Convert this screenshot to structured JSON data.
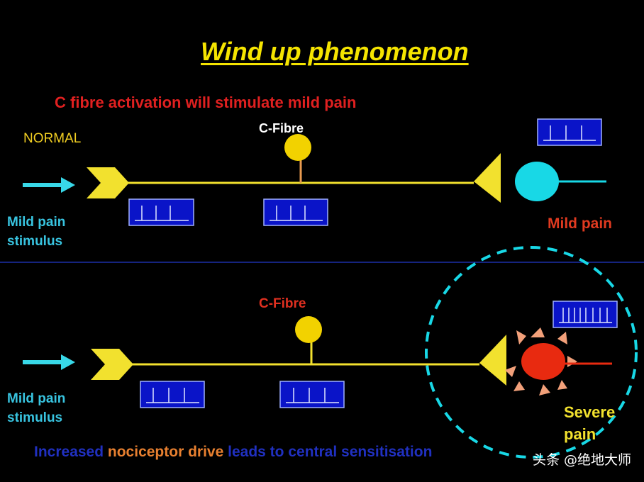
{
  "title": "Wind up phenomenon",
  "subtitle": "C fibre activation will stimulate mild pain",
  "normal_label": "NORMAL",
  "top": {
    "fibre_label": "C-Fibre",
    "stimulus_label": [
      "Mild pain",
      "stimulus"
    ],
    "outcome_label": "Mild pain"
  },
  "bottom": {
    "fibre_label": "C-Fibre",
    "stimulus_label": [
      "Mild pain",
      "stimulus"
    ],
    "outcome_label": [
      "Severe",
      "pain"
    ]
  },
  "bottom_sentence": {
    "part1": "Increased",
    "part2": "nociceptor drive",
    "part3": "leads to central sensitisation"
  },
  "watermark": "头条 @绝地大师",
  "colors": {
    "background": "#000000",
    "title": "#f5e400",
    "subtitle": "#e02020",
    "normal": "#f2cf22",
    "fibre_line": "#f2e12e",
    "fibre_top_label": "#ffffff",
    "fibre_bottom_label": "#e03020",
    "arrow": "#38d8e8",
    "stimulus_text": "#38c4e0",
    "mild_pain_text": "#e03a20",
    "severe_text": "#f2e12e",
    "box_fill": "#0a14c8",
    "box_border": "#9fb0ff",
    "cyan_neuron": "#18d8e6",
    "red_neuron": "#e82a10",
    "spike_triangles": "#f2a07a",
    "divider": "#1c2fa8",
    "sentence_blue": "#2030c0",
    "sentence_orange": "#e88030"
  }
}
